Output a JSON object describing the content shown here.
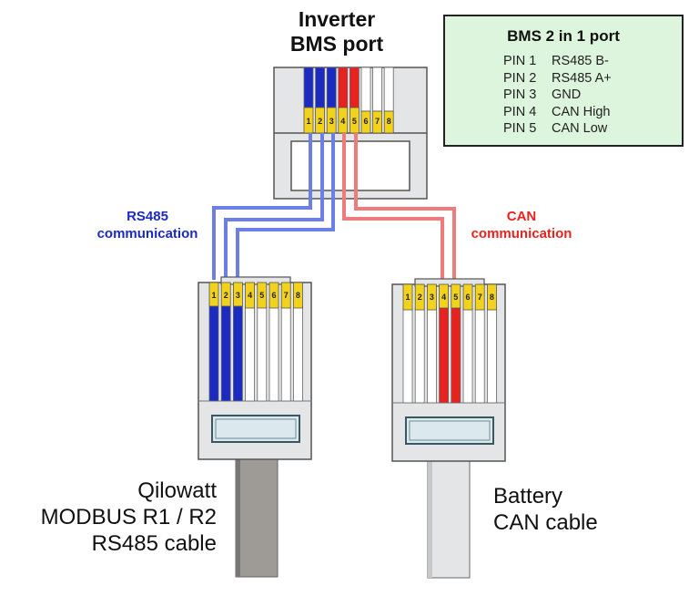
{
  "header": {
    "title_line1": "Inverter",
    "title_line2": "BMS port"
  },
  "legend": {
    "title": "BMS 2 in 1 port",
    "rows": [
      {
        "pin": "PIN 1",
        "signal": "RS485 B-"
      },
      {
        "pin": "PIN 2",
        "signal": "RS485 A+"
      },
      {
        "pin": "PIN 3",
        "signal": "GND"
      },
      {
        "pin": "PIN 4",
        "signal": "CAN High"
      },
      {
        "pin": "PIN 5",
        "signal": "CAN Low"
      }
    ]
  },
  "labels": {
    "rs485_line1": "RS485",
    "rs485_line2": "communication",
    "can_line1": "CAN",
    "can_line2": "communication"
  },
  "captions": {
    "left": [
      "Qilowatt",
      "MODBUS R1 / R2",
      "RS485 cable"
    ],
    "right": [
      "Battery",
      "CAN cable"
    ]
  },
  "pin_numbers": [
    "1",
    "2",
    "3",
    "4",
    "5",
    "6",
    "7",
    "8"
  ],
  "connectors": {
    "inverter_port": {
      "name": "Inverter BMS port",
      "active_pins": {
        "blue": [
          1,
          2,
          3
        ],
        "red": [
          4,
          5
        ]
      }
    },
    "rs485_plug": {
      "name": "Qilowatt MODBUS RS485 plug",
      "active_pins": {
        "blue": [
          1,
          2,
          3
        ]
      }
    },
    "can_plug": {
      "name": "Battery CAN plug",
      "active_pins": {
        "red": [
          4,
          5
        ]
      }
    }
  },
  "colors": {
    "rs485": "#1b2bc2",
    "rs485_wire": "#6c7fe6",
    "can": "#e8231f",
    "can_wire": "#ef7b7b",
    "pin_contact": "#f3d21b",
    "legend_bg": "#dcf5dc",
    "housing": "#e4e5e7",
    "cable_rs485": "#9e9a96",
    "cable_can": "#e4e5e7"
  }
}
